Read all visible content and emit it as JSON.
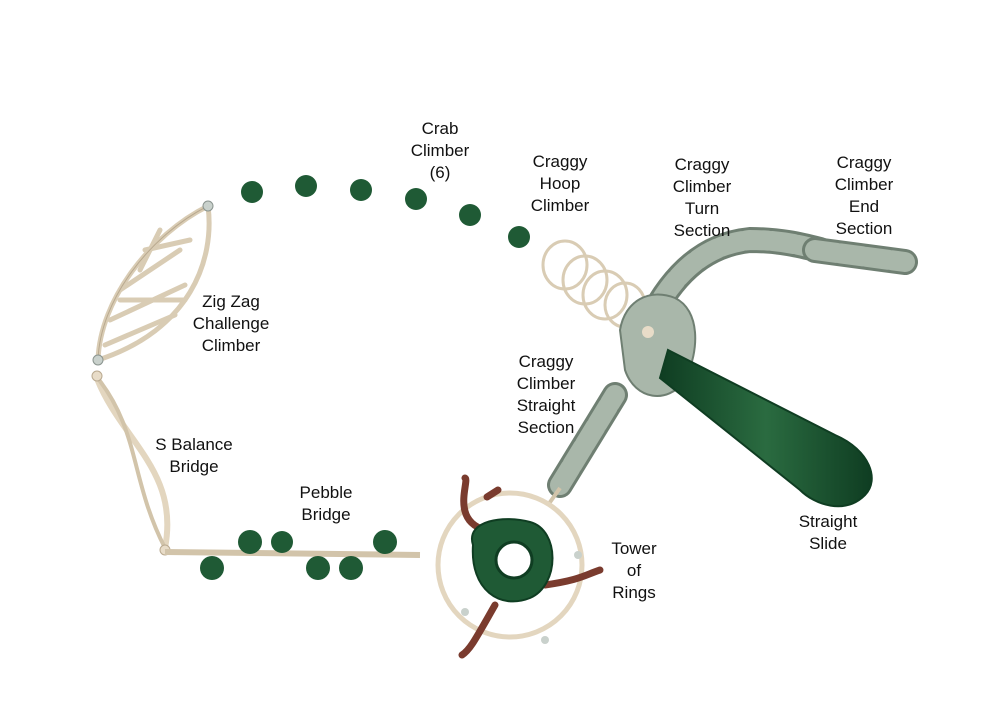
{
  "colors": {
    "background": "#ffffff",
    "frame": "#e8dcc8",
    "frame_edge": "#b9a98f",
    "green": "#1f5a35",
    "green_dark": "#0f3d22",
    "rock": "#a9b7aa",
    "rock_dark": "#6f7f72",
    "brown": "#7a3b2e",
    "text": "#111111"
  },
  "labels": {
    "crab_climber": [
      "Crab",
      "Climber",
      "(6)"
    ],
    "craggy_hoop": [
      "Craggy",
      "Hoop",
      "Climber"
    ],
    "craggy_turn": [
      "Craggy",
      "Climber",
      "Turn",
      "Section"
    ],
    "craggy_end": [
      "Craggy",
      "Climber",
      "End",
      "Section"
    ],
    "zig_zag": [
      "Zig Zag",
      "Challenge",
      "Climber"
    ],
    "s_balance": [
      "S Balance",
      "Bridge"
    ],
    "pebble_bridge": [
      "Pebble",
      "Bridge"
    ],
    "craggy_straight": [
      "Craggy",
      "Climber",
      "Straight",
      "Section"
    ],
    "straight_slide": [
      "Straight",
      "Slide"
    ],
    "tower_of_rings": [
      "Tower",
      "of",
      "Rings"
    ]
  },
  "icons": {
    "crab_climber": "crab-climber-icon",
    "pebble": "pebble-stepper-icon",
    "slide": "slide-icon",
    "hoops": "hoop-climber-icon"
  }
}
